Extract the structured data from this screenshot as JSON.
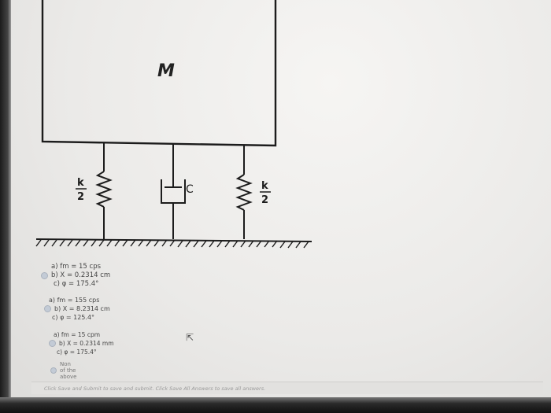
{
  "figure": {
    "mass_label": "M",
    "damper_label": "C",
    "spring_left_label": "k/2",
    "spring_right_label": "k/2"
  },
  "options": [
    {
      "lines": [
        "a) fm = 15 cps",
        "b) X = 0.2314 cm",
        "c) φ = 175.4°"
      ],
      "selected": false
    },
    {
      "lines": [
        "a) fm = 155 cps",
        "b) X = 8.2314 cm",
        "c) φ = 125.4°"
      ],
      "selected": false
    },
    {
      "lines": [
        "a) fm = 15 cpm",
        "b) X = 0.2314 mm",
        "c) φ = 175.4°"
      ],
      "selected": false
    }
  ],
  "none_option": "Non of the above",
  "footer_hint": "Click Save and Submit to save and submit. Click Save All Answers to save all answers."
}
